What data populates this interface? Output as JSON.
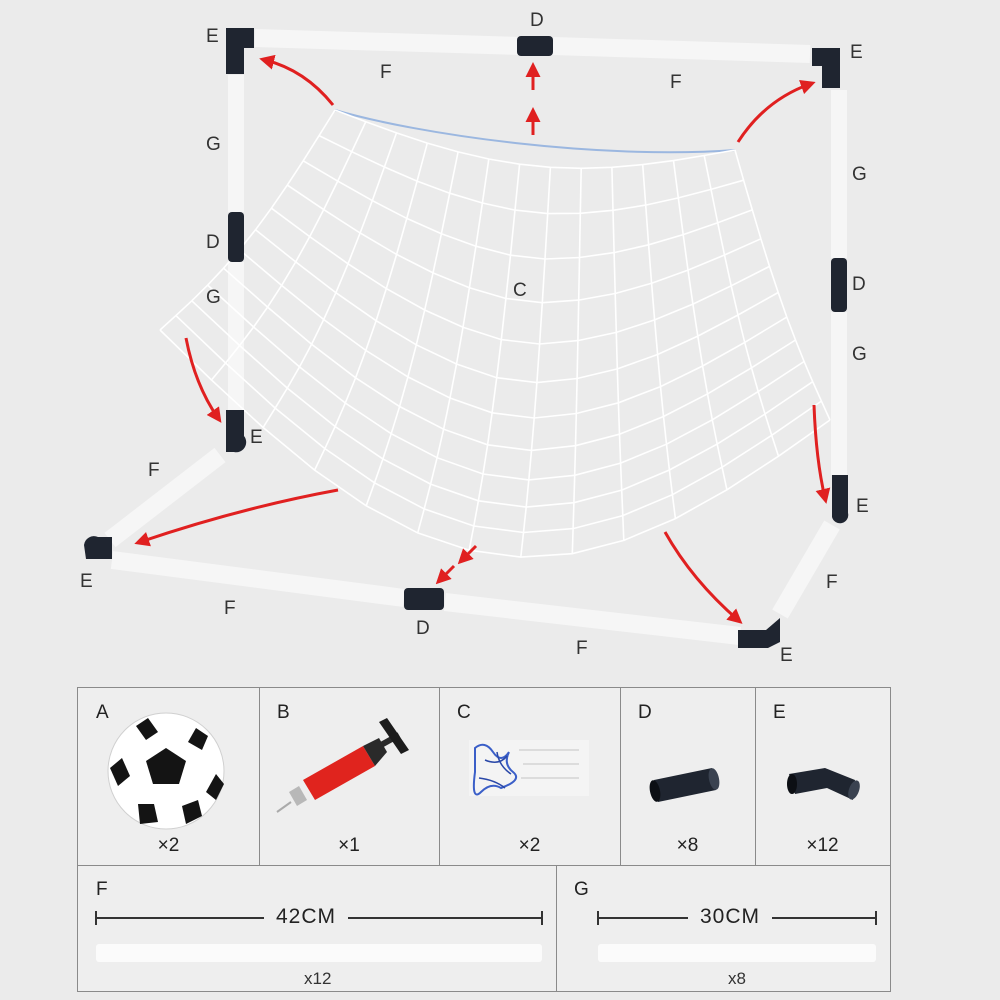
{
  "diagram": {
    "labels": {
      "C": "C",
      "D": "D",
      "E": "E",
      "F": "F",
      "G": "G"
    }
  },
  "parts": {
    "A": {
      "letter": "A",
      "qty": "×2",
      "icon": "soccer-ball-icon"
    },
    "B": {
      "letter": "B",
      "qty": "×1",
      "icon": "hand-pump-icon"
    },
    "C": {
      "letter": "C",
      "qty": "×2",
      "icon": "net-bundle-icon"
    },
    "D": {
      "letter": "D",
      "qty": "×8",
      "icon": "straight-connector-icon"
    },
    "E": {
      "letter": "E",
      "qty": "×12",
      "icon": "elbow-connector-icon"
    },
    "F": {
      "letter": "F",
      "length": "42CM",
      "qty": "x12"
    },
    "G": {
      "letter": "G",
      "length": "30CM",
      "qty": "x8"
    }
  },
  "colors": {
    "background": "#ebebeb",
    "pipe": "#fbfbfb",
    "connector": "#1f2530",
    "arrow": "#e02020",
    "net": "#ffffff"
  }
}
